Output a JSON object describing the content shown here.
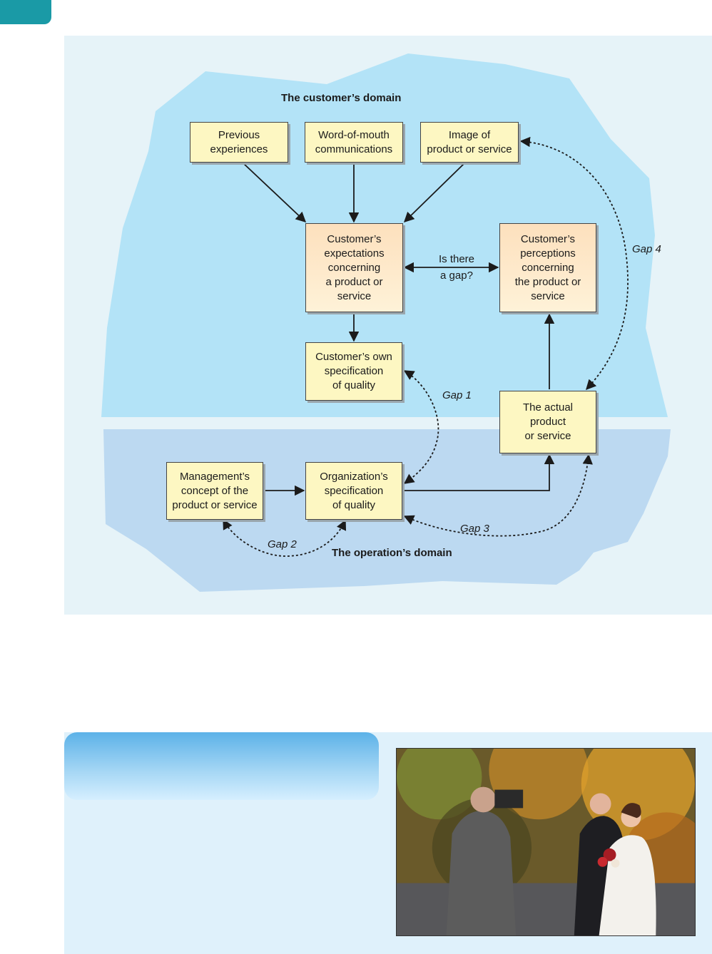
{
  "diagram": {
    "customer_domain_title": "The customer’s domain",
    "operation_domain_title": "The operation’s domain",
    "nodes": {
      "previous_experiences": "Previous\nexperiences",
      "word_of_mouth": "Word-of-mouth\ncommunications",
      "image_of_product": "Image of\nproduct or service",
      "customer_expectations": "Customer’s\nexpectations\nconcerning\na product or\nservice",
      "customer_perceptions": "Customer’s\nperceptions\nconcerning\nthe product or\nservice",
      "customer_own_spec": "Customer’s own\nspecification\nof quality",
      "actual_product": "The actual\nproduct\nor service",
      "management_concept": "Management’s\nconcept of the\nproduct or service",
      "organization_spec": "Organization’s\nspecification\nof quality"
    },
    "is_there_gap_label": "Is there\na gap?",
    "gaps": {
      "gap1": "Gap 1",
      "gap2": "Gap 2",
      "gap3": "Gap 3",
      "gap4": "Gap 4"
    },
    "colors": {
      "panel_background": "#e6f3f8",
      "customer_domain_fill": "#b3e3f7",
      "operation_domain_fill": "#bcd9f1",
      "node_fill": "#fdf7c2",
      "highlight_node_fill": "#fde0bd"
    }
  }
}
